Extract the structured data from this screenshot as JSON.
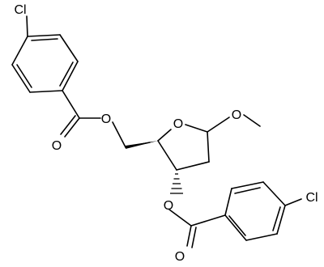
{
  "molecule": {
    "atom_labels": {
      "cl_top": "Cl",
      "o_carbonyl_top": "O",
      "o_ester_top": "O",
      "o_ring": "O",
      "o_methoxy": "O",
      "o_ester_bottom": "O",
      "o_carbonyl_bottom": "O",
      "cl_right": "Cl"
    }
  }
}
